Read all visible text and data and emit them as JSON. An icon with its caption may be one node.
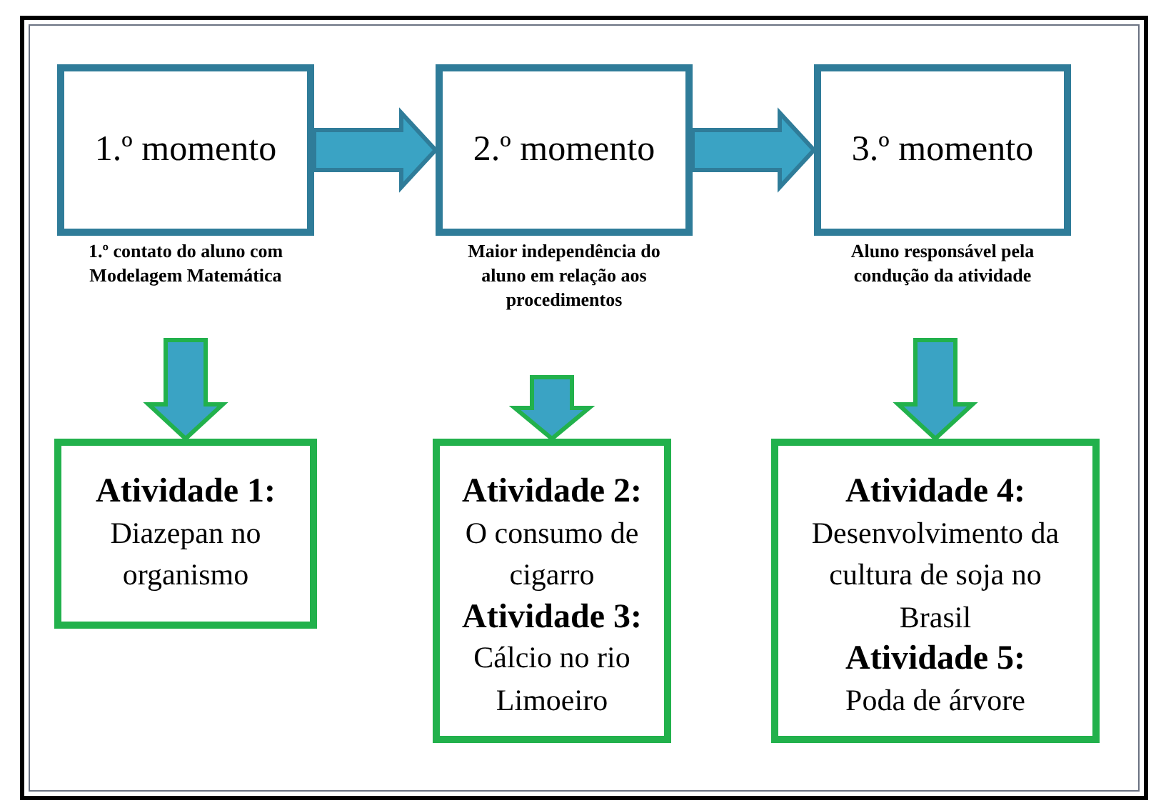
{
  "diagram": {
    "nodes": [
      {
        "text": [
          "1.º momento"
        ]
      },
      {
        "text": [
          "2.º momento"
        ]
      },
      {
        "text": [
          "3.º momento"
        ]
      },
      {
        "text": [
          "1.º contato do aluno com Modelagem Matemática"
        ]
      },
      {
        "text": [
          "Maior independência do aluno em relação aos procedimentos"
        ]
      },
      {
        "text": [
          "Aluno responsável pela condução da atividade"
        ]
      },
      {
        "text": [
          "Atividade 1:",
          "Diazepan no organismo"
        ]
      },
      {
        "text": [
          "Atividade 2:",
          "O consumo de cigarro",
          "Atividade 3:",
          "Cálcio no rio Limoeiro"
        ]
      },
      {
        "text": [
          "Atividade 4:",
          "Desenvolvimento da cultura de soja no Brasil",
          "Atividade 5:",
          "Poda de árvore"
        ]
      }
    ],
    "edges": [
      {
        "from": 0,
        "to": 1,
        "arrow": "to",
        "style": "thick"
      },
      {
        "from": 1,
        "to": 2,
        "arrow": "to",
        "style": "thick"
      },
      {
        "from": 3,
        "to": 6,
        "arrow": "to",
        "style": "thick"
      },
      {
        "from": 4,
        "to": 7,
        "arrow": "to",
        "style": "thick"
      },
      {
        "from": 5,
        "to": 8,
        "arrow": "to",
        "style": "thick"
      }
    ]
  }
}
